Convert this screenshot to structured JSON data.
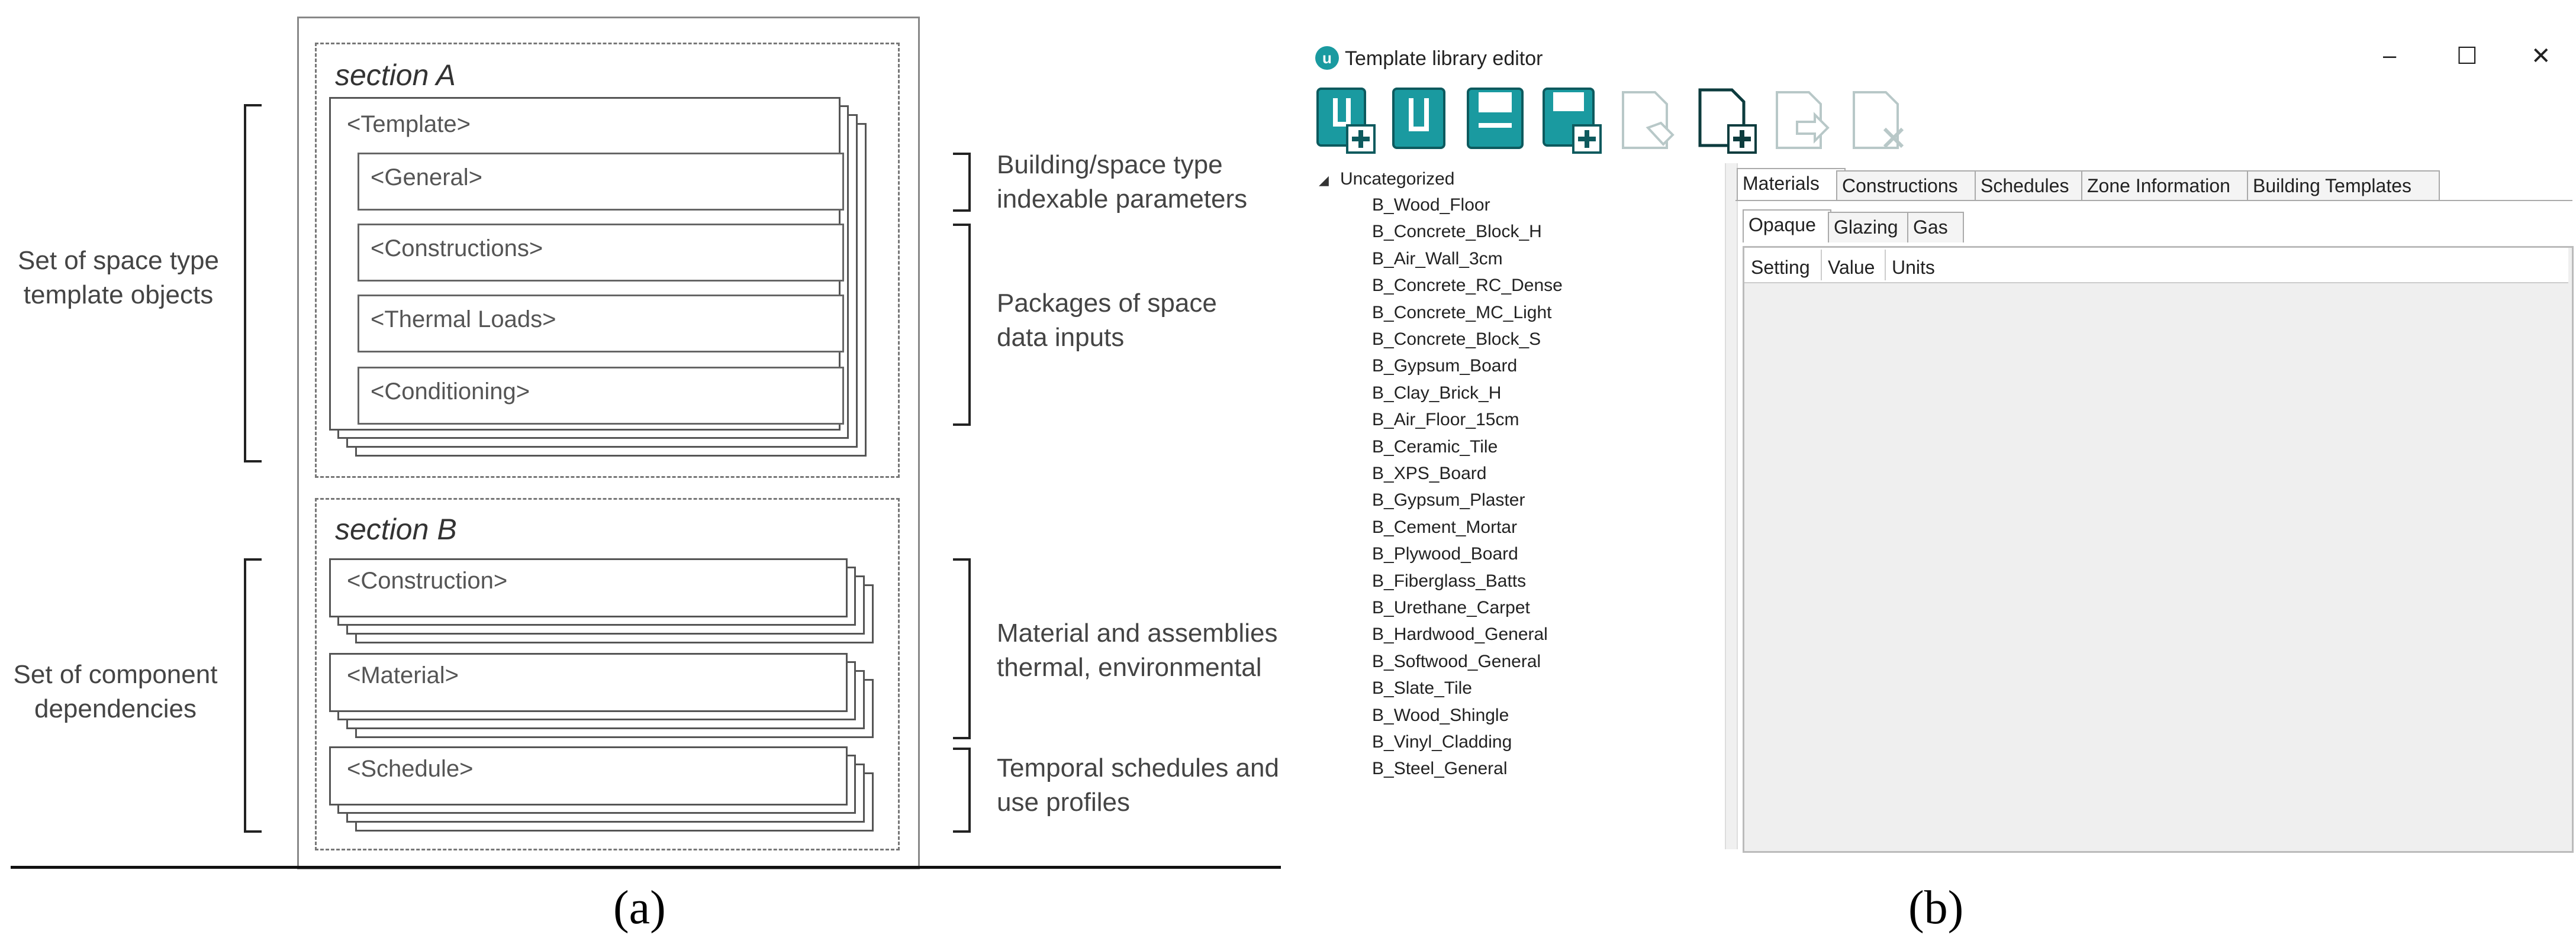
{
  "panel_a": {
    "caption": "(a)",
    "left_labels": {
      "space_type": "Set of space type\ntemplate objects",
      "component": "Set of component\ndependencies"
    },
    "right_labels": {
      "building": "Building/space type\nindexable parameters",
      "packages": "Packages of space\ndata inputs",
      "material": "Material and assemblies\nthermal, environmental",
      "temporal": "Temporal schedules and\nuse profiles"
    },
    "section_a": {
      "title": "section A",
      "template": "<Template>",
      "items": [
        "<General>",
        "<Constructions>",
        "<Thermal Loads>",
        "<Conditioning>"
      ]
    },
    "section_b": {
      "title": "section B",
      "items": [
        "<Construction>",
        "<Material>",
        "<Schedule>"
      ]
    }
  },
  "panel_b": {
    "caption": "(b)",
    "window_title": "Template library editor",
    "window_controls": {
      "minimize": "–",
      "maximize": "☐",
      "close": "✕"
    },
    "accent": "#1a9aa0",
    "toolbar": [
      "new-library-icon",
      "open-library-icon",
      "save-icon",
      "save-as-icon",
      "tag-document-icon",
      "add-document-icon",
      "export-document-icon",
      "delete-document-icon"
    ],
    "tree": {
      "root": "Uncategorized",
      "items": [
        "B_Wood_Floor",
        "B_Concrete_Block_H",
        "B_Air_Wall_3cm",
        "B_Concrete_RC_Dense",
        "B_Concrete_MC_Light",
        "B_Concrete_Block_S",
        "B_Gypsum_Board",
        "B_Clay_Brick_H",
        "B_Air_Floor_15cm",
        "B_Ceramic_Tile",
        "B_XPS_Board",
        "B_Gypsum_Plaster",
        "B_Cement_Mortar",
        "B_Plywood_Board",
        "B_Fiberglass_Batts",
        "B_Urethane_Carpet",
        "B_Hardwood_General",
        "B_Softwood_General",
        "B_Slate_Tile",
        "B_Wood_Shingle",
        "B_Vinyl_Cladding",
        "B_Steel_General"
      ]
    },
    "main_tabs": [
      "Materials",
      "Constructions",
      "Schedules",
      "Zone Information",
      "Building Templates"
    ],
    "sub_tabs": [
      "Opaque",
      "Glazing",
      "Gas"
    ],
    "columns": [
      "Setting",
      "Value",
      "Units"
    ]
  }
}
